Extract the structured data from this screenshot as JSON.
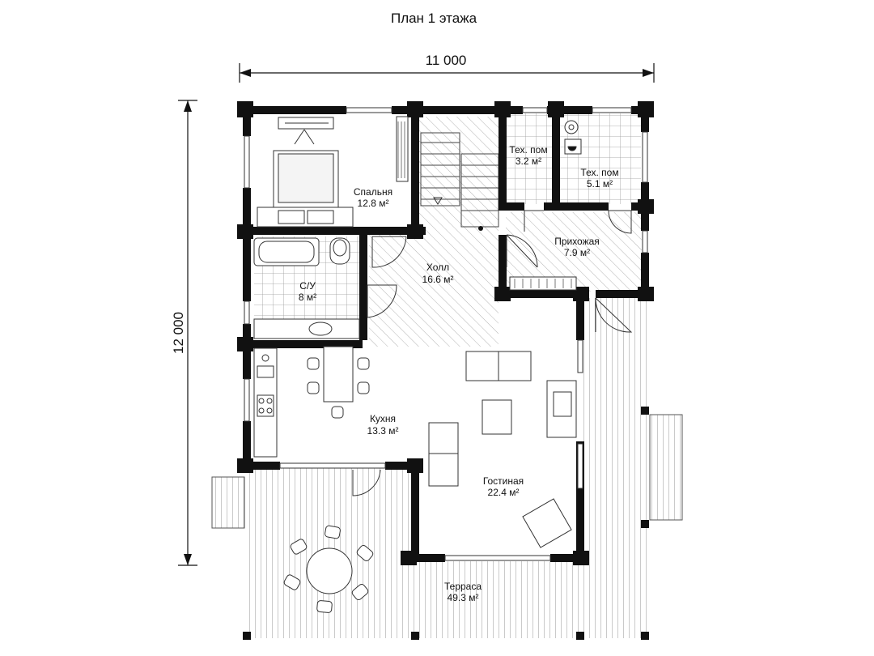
{
  "title": "План 1 этажа",
  "dimensions": {
    "width": "11 000",
    "height": "12 000"
  },
  "rooms": [
    {
      "id": "bedroom",
      "name": "Спальня",
      "area": "12.8 м²"
    },
    {
      "id": "tech1",
      "name": "Тех. пом",
      "area": "3.2 м²"
    },
    {
      "id": "tech2",
      "name": "Тех. пом",
      "area": "5.1 м²"
    },
    {
      "id": "hallway",
      "name": "Прихожая",
      "area": "7.9 м²"
    },
    {
      "id": "hall",
      "name": "Холл",
      "area": "16.6 м²"
    },
    {
      "id": "bathroom",
      "name": "С/У",
      "area": "8 м²"
    },
    {
      "id": "kitchen",
      "name": "Кухня",
      "area": "13.3 м²"
    },
    {
      "id": "living",
      "name": "Гостиная",
      "area": "22.4 м²"
    },
    {
      "id": "terrace",
      "name": "Терраса",
      "area": "49.3 м²"
    }
  ]
}
